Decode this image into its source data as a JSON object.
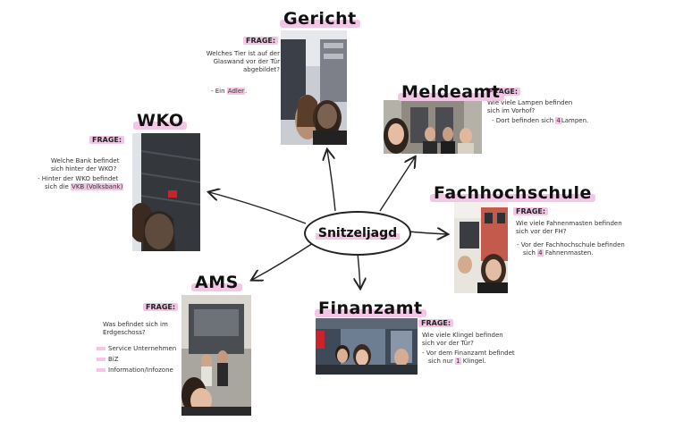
{
  "center": {
    "label": "Snitzeljagd"
  },
  "nodes": {
    "gericht": {
      "title": "Gericht",
      "frage": "FRAGE:",
      "question": [
        "Welches Tier ist auf der",
        "Glaswand vor der Tür",
        "abgebildet?"
      ],
      "answer_prefix": "- Ein",
      "answer_hl": "Adler",
      "answer_suffix": "."
    },
    "meldeamt": {
      "title": "Meldeamt",
      "frage": "FRAGE:",
      "question": [
        "Wie viele Lampen befinden",
        "sich im Vorhof?"
      ],
      "answer_prefix": "- Dort befinden sich",
      "answer_hl": "4",
      "answer_suffix": "Lampen."
    },
    "wko": {
      "title": "WKO",
      "frage": "FRAGE:",
      "question": [
        "Welche Bank befindet",
        "sich hinter der WKO?"
      ],
      "answer_line1": "- Hinter der WKO befindet",
      "answer_prefix": "sich die",
      "answer_hl": "VKB (Volksbank)",
      "answer_suffix": ""
    },
    "fachhochschule": {
      "title": "Fachhochschule",
      "frage": "FRAGE:",
      "question": [
        "Wie viele Fahnenmasten befinden",
        "sich vor der FH?"
      ],
      "answer_line1": "- Vor der Fachhochschule befinden",
      "answer_prefix": "sich",
      "answer_hl": "4",
      "answer_suffix": "Fahnenmasten."
    },
    "ams": {
      "title": "AMS",
      "frage": "FRAGE:",
      "question": [
        "Was befindet sich im",
        "Erdgeschoss?"
      ],
      "bullets": [
        "Service Unternehmen",
        "BiZ",
        "Information/Infozone"
      ]
    },
    "finanzamt": {
      "title": "Finanzamt",
      "frage": "FRAGE:",
      "question": [
        "Wie viele Klingel befinden",
        "sich vor der Tür?"
      ],
      "answer_line1": "- Vor dem Finanzamt befindet",
      "answer_prefix": "sich nur",
      "answer_hl": "1",
      "answer_suffix": "Klingel."
    }
  }
}
